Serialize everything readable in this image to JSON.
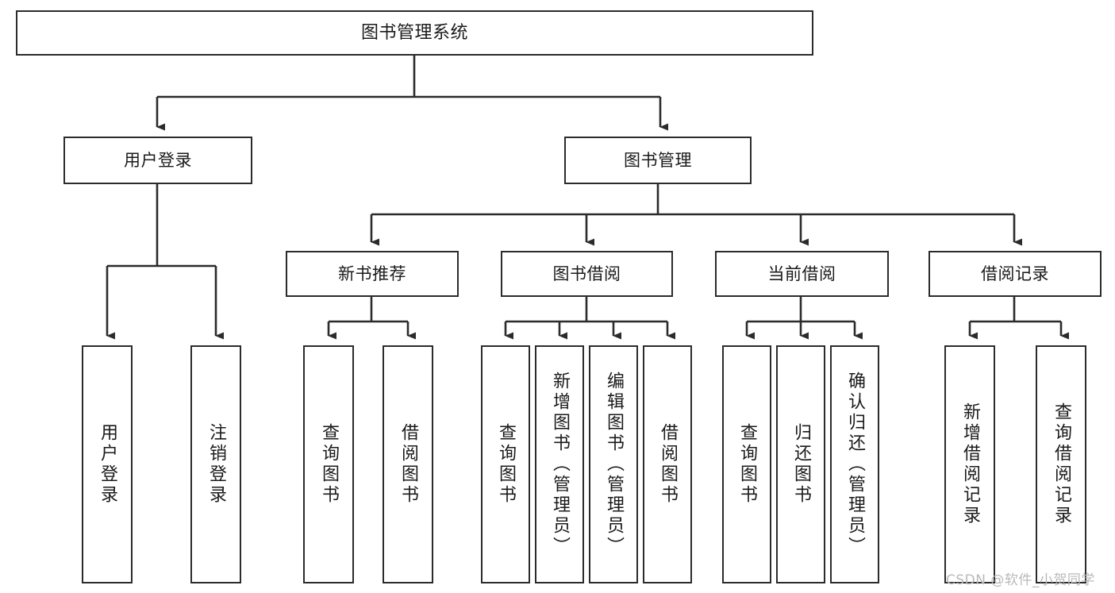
{
  "diagram": {
    "type": "tree-hierarchy-chart",
    "title": "图书管理系统",
    "stroke_color": "#2b2b2b",
    "background_color": "#ffffff",
    "watermark": "CSDN @软件_小贺同学",
    "levels": {
      "root": {
        "label": "图书管理系统"
      },
      "level2": [
        {
          "id": "user-login",
          "label": "用户登录"
        },
        {
          "id": "book-manage",
          "label": "图书管理"
        }
      ],
      "level3": [
        {
          "id": "new-book-recommend",
          "label": "新书推荐"
        },
        {
          "id": "book-borrow",
          "label": "图书借阅"
        },
        {
          "id": "current-borrow",
          "label": "当前借阅"
        },
        {
          "id": "borrow-record",
          "label": "借阅记录"
        }
      ],
      "leaves": {
        "user_login": [
          {
            "id": "leaf-user-login",
            "label": "用户登录"
          },
          {
            "id": "leaf-user-logout",
            "label": "注销登录"
          }
        ],
        "new_book_recommend": [
          {
            "id": "leaf-query-book-1",
            "label": "查询图书"
          },
          {
            "id": "leaf-borrow-book-1",
            "label": "借阅图书"
          }
        ],
        "book_borrow": [
          {
            "id": "leaf-query-book-2",
            "label": "查询图书"
          },
          {
            "id": "leaf-add-book",
            "label": "新增图书（管理员）"
          },
          {
            "id": "leaf-edit-book",
            "label": "编辑图书（管理员）"
          },
          {
            "id": "leaf-borrow-book-2",
            "label": "借阅图书"
          }
        ],
        "current_borrow": [
          {
            "id": "leaf-query-book-3",
            "label": "查询图书"
          },
          {
            "id": "leaf-return-book",
            "label": "归还图书"
          },
          {
            "id": "leaf-confirm-return",
            "label": "确认归还（管理员）"
          }
        ],
        "borrow_record": [
          {
            "id": "leaf-add-record",
            "label": "新增借阅记录"
          },
          {
            "id": "leaf-query-record",
            "label": "查询借阅记录"
          }
        ]
      }
    }
  }
}
